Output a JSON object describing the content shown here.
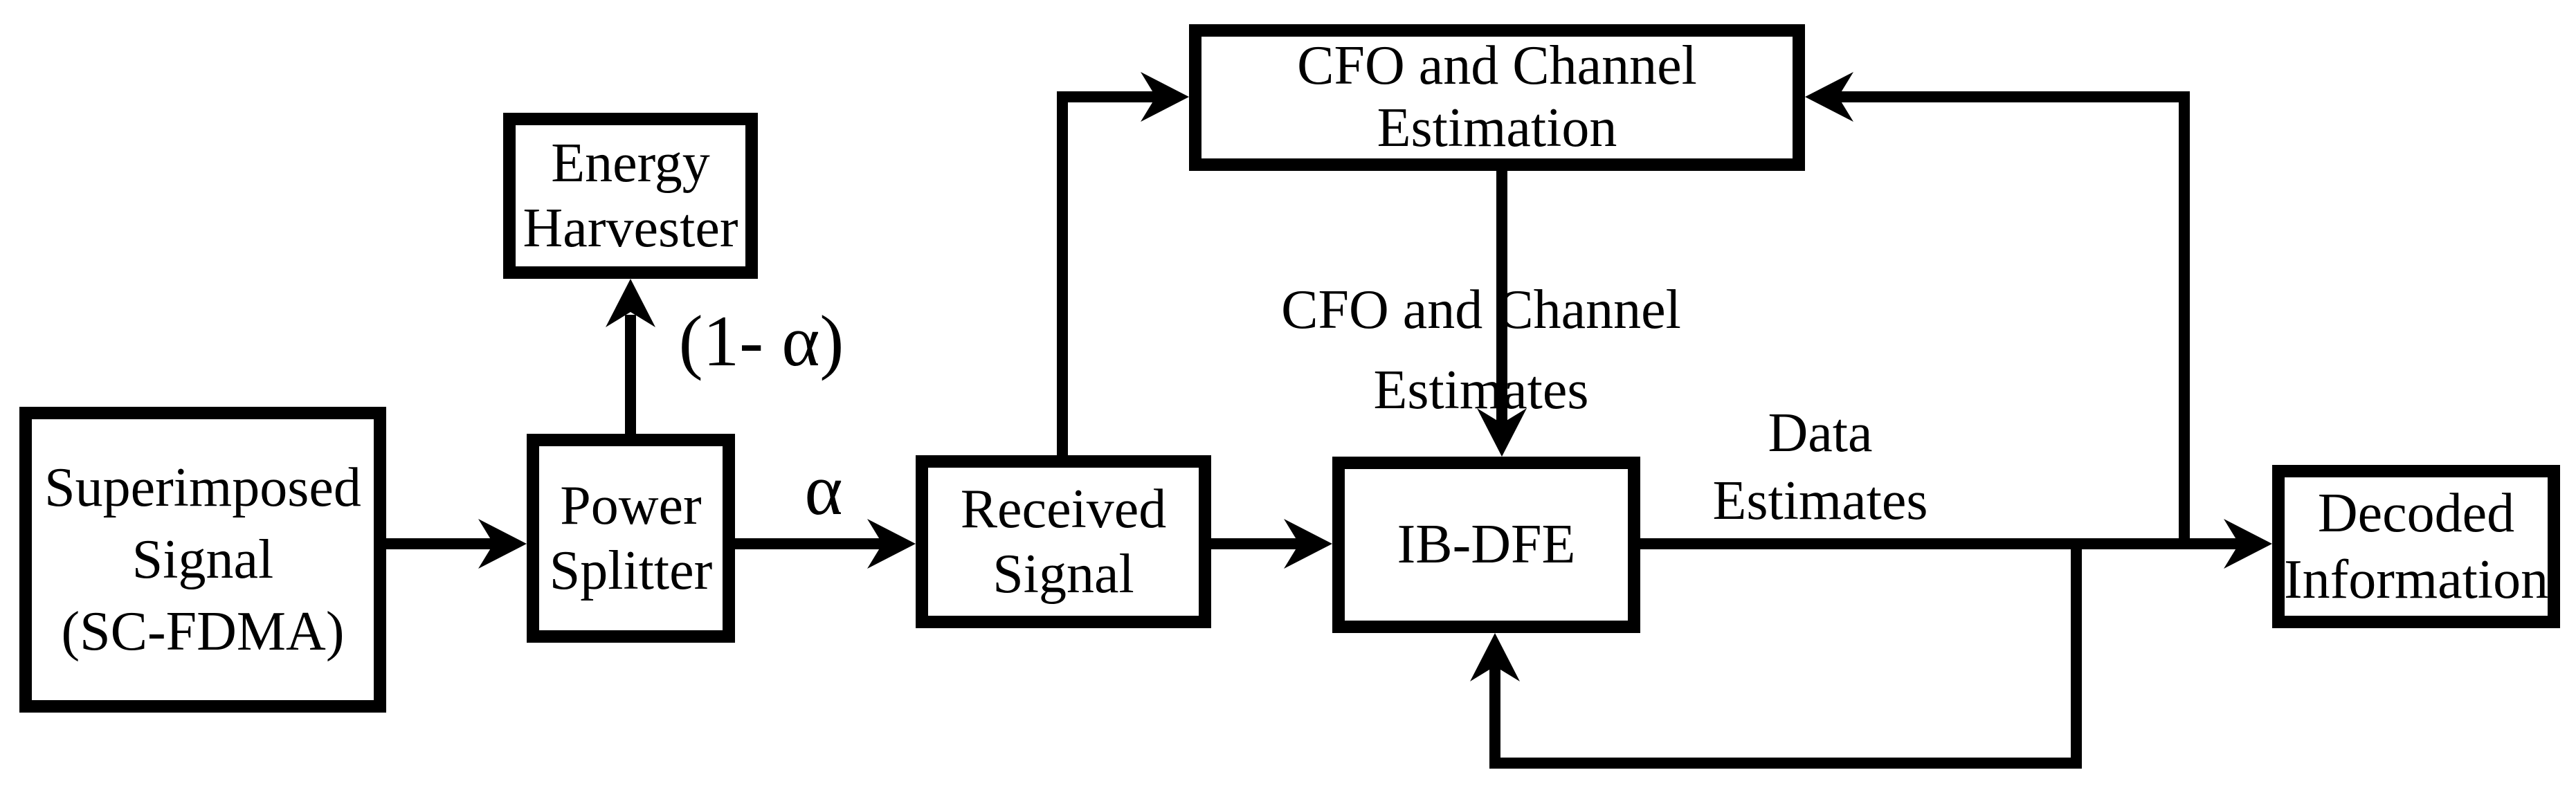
{
  "diagram": {
    "type": "block-diagram",
    "background_color": "#ffffff",
    "ink_color": "#000000",
    "nodes": {
      "superimposed_signal": {
        "line1": "Superimposed",
        "line2": "Signal",
        "line3": "(SC-FDMA)"
      },
      "energy_harvester": {
        "line1": "Energy",
        "line2": "Harvester"
      },
      "power_splitter": {
        "line1": "Power",
        "line2": "Splitter"
      },
      "received_signal": {
        "line1": "Received",
        "line2": "Signal"
      },
      "cfo_channel_estimation": {
        "line1": "CFO and Channel",
        "line2": "Estimation"
      },
      "ib_dfe": {
        "label": "IB-DFE"
      },
      "decoded_information": {
        "line1": "Decoded",
        "line2": "Information"
      }
    },
    "edge_labels": {
      "harvester_fraction": "(1- α)",
      "receiver_fraction": "α",
      "cfo_channel_estimates": {
        "line1": "CFO and Channel",
        "line2": "Estimates"
      },
      "data_estimates": {
        "line1": "Data",
        "line2": "Estimates"
      }
    }
  }
}
